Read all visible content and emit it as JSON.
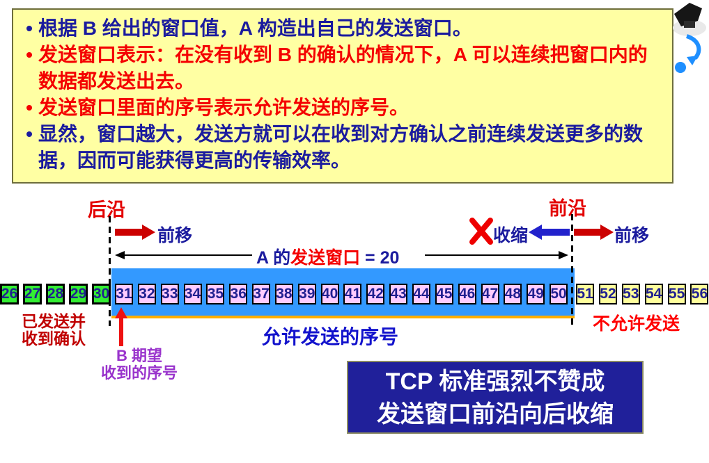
{
  "bullets": [
    {
      "color": "blue",
      "text": "根据 B 给出的窗口值，A 构造出自己的发送窗口。"
    },
    {
      "color": "red",
      "text": "发送窗口表示：在没有收到 B 的确认的情况下，A 可以连续把窗口内的数据都发送出去。"
    },
    {
      "color": "red",
      "text": "发送窗口里面的序号表示允许发送的序号。"
    },
    {
      "color": "blue",
      "text": "显然，窗口越大，发送方就可以在收到对方确认之前连续发送更多的数据，因而可能获得更高的传输效率。"
    }
  ],
  "diagram": {
    "trailing_edge_label": "后沿",
    "leading_edge_label": "前沿",
    "move_forward_left_label": "前移",
    "shrink_label": "收缩",
    "move_forward_right_label": "前移",
    "window_label": {
      "prefix": "A 的",
      "highlight": "发送窗口",
      "suffix": " = 20"
    },
    "acked_label_line1": "已发送并",
    "acked_label_line2": "收到确认",
    "expect_label_line1": "B 期望",
    "expect_label_line2": "收到的序号",
    "allowed_label": "允许发送的序号",
    "not_allowed_label": "不允许发送",
    "sequence": {
      "acked": [
        26,
        27,
        28,
        29,
        30
      ],
      "send_window": [
        31,
        32,
        33,
        34,
        35,
        36,
        37,
        38,
        39,
        40,
        41,
        42,
        43,
        44,
        45,
        46,
        47,
        48,
        49,
        50
      ],
      "not_allowed": [
        51,
        52,
        53,
        54,
        55,
        56
      ]
    }
  },
  "note_box": {
    "line1": "TCP 标准强烈不赞成",
    "line2": "发送窗口前沿向后收缩"
  },
  "colors": {
    "bullet_box_bg": "#FFFFA3",
    "blue_text": "#1b1b9e",
    "red_text": "#f40000",
    "dark_red_text": "#c00000",
    "purple_text": "#9933cc",
    "window_fill": "#3399FF",
    "window_underline": "#ffae00",
    "acked_box_fill": "#33ee33",
    "window_box_fill": "#ffccff",
    "not_allowed_box_fill": "#ffff9c",
    "note_box_bg": "#20209a"
  }
}
